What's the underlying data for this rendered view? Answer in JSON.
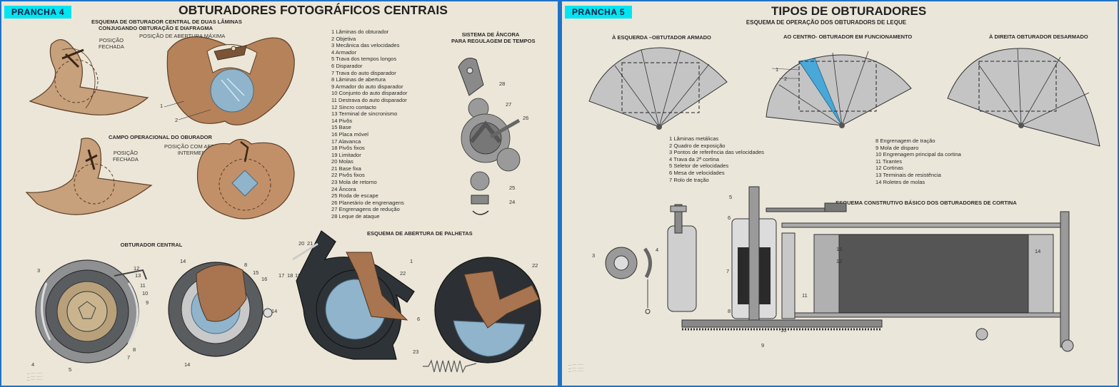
{
  "panel4": {
    "badge": "PRANCHA  4",
    "title": "OBTURADORES FOTOGRÁFICOS CENTRAIS",
    "subtitle_line1": "ESQUEMA  DE OBTURADOR CENTRAL DE DUAS LÂMINAS",
    "subtitle_line2": "CONJUGANDO OBTURAÇÃO E  DIAFRAGMA",
    "label_closed_1": "POSIÇÃO\nFECHADA",
    "label_max_open": "POSIÇÃO DE ABERTURA MÁXIMA",
    "operational_field": "CAMPO OPERACIONAL DO OBURADOR",
    "label_closed_2": "POSIÇÃO\nFECHADA",
    "label_intermediate": "POSIÇÃO COM ABERTURA\nINTERMEDIÁRIA",
    "anchor_system_1": "SISTEMA DE ÂNCORA",
    "anchor_system_2": "PARA REGULAGEM DE TEMPOS",
    "central_shutter": "OBTURADOR CENTRAL",
    "blade_opening": "ESQUEMA DE ABERTURA DE PALHETAS",
    "legend": [
      "1 Lâminas do obturador",
      "2 Objetiva",
      "3 Mecânica das velocidades",
      "4 Armador",
      "5 Trava dos tempos longos",
      "6 Disparador",
      "7 Trava do auto disparador",
      "8 Lâminas de abertura",
      "9 Armador do auto disparador",
      "10 Conjunto do auto disparador",
      "11 Destrava do auto disparador",
      "12 Sincro contacto",
      "13 Terminal de sincronismo",
      "14 Pivôs",
      "15 Base",
      "16 Placa móvel",
      "17 Alavanca",
      "18 Pivôs fixos",
      "19 Limitador",
      "20 Molas",
      "21 Base fixa",
      "22 Pivôs fixos",
      "23 Mola de retorno",
      "24 Âncora",
      "25 Roda de escape",
      "26 Planetário de engrenagens",
      "27 Engrenagens de redução",
      "28 Leque de ataque"
    ],
    "numbers": {
      "n1": "1",
      "n2": "2",
      "n28": "28",
      "n27": "27",
      "n26": "26",
      "n25": "25",
      "n24": "24",
      "n3": "3",
      "n12": "12",
      "n13": "13",
      "n11": "11",
      "n10": "10",
      "n9": "9",
      "n8": "8",
      "n7": "7",
      "n4": "4",
      "n5": "5",
      "n14a": "14",
      "n8b": "8",
      "n15": "15",
      "n16": "16",
      "n14b": "14",
      "n14c": "14",
      "n20": "20",
      "n21": "21",
      "n17": "17",
      "n18": "18",
      "n19": "19",
      "n1b": "1",
      "n22a": "22",
      "n6": "6",
      "n22b": "22",
      "n8c": "8",
      "n23": "23"
    }
  },
  "panel5": {
    "badge": "PRANCHA  5",
    "title": "TIPOS DE OBTURADORES",
    "subtitle": "ESQUEMA DE OPERAÇÃO DOS OBTURADORS DE LEQUE",
    "left_label": "À ESQUERDA –OBTUTADOR ARMADO",
    "center_label": "AO CENTRO- OBTURADOR EM FUNCIONAMENTO",
    "right_label": "À DIREITA OBTURADOR DESARMADO",
    "legend_left": [
      "1 Lâminas metálicas",
      "2 Quadro de exposição",
      "3 Pontos de referência das velocidades",
      "4 Trava da 2ª cortina",
      "5 Seletor de velocidades",
      "6 Mesa de velocidades",
      "7 Rolo de tração"
    ],
    "legend_right": [
      "8 Engrenagem de tração",
      "9 Mola de disparo",
      "10 Engrenagem principal da cortina",
      "11 Tirantes",
      "12 Cortinas",
      "13 Terminais de resistência",
      "14 Roletes de molas"
    ],
    "curtain_title": "ESQUEMA CONSTRUTIVO BÁSICO DOS OBTURADORES DE CORTINA",
    "numbers": {
      "n1": "1",
      "n2": "2",
      "n5": "5",
      "n6": "6",
      "n3": "3",
      "n4": "4",
      "n7": "7",
      "n8": "8",
      "n13": "13",
      "n12": "12",
      "n11": "11",
      "n10": "10",
      "n9": "9",
      "n14": "14"
    }
  },
  "colors": {
    "frame": "#1e73c8",
    "badge": "#00e5f2",
    "paper": "#ece6d8",
    "copper": "#b5825a",
    "copper_light": "#c89a76",
    "lens_blue": "#8fb4cc",
    "steel": "#8c8c8c",
    "dark_plate": "#3a3d42"
  }
}
